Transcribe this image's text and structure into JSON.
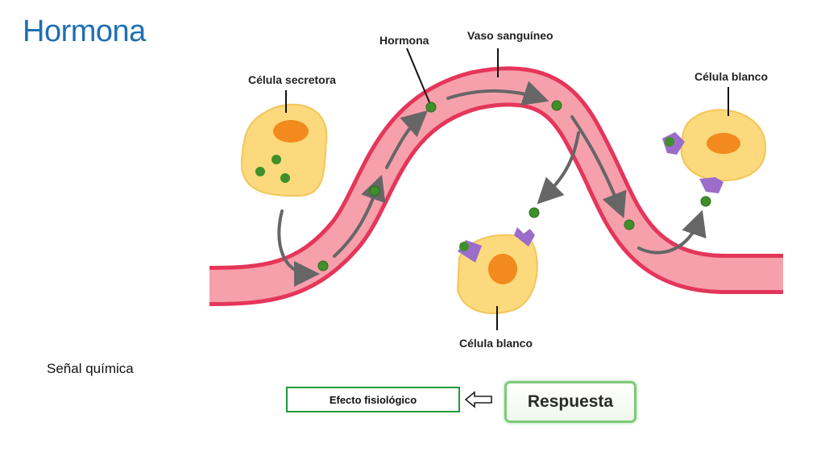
{
  "slide": {
    "title": "Hormona",
    "subtitle": "Señal química"
  },
  "diagram": {
    "labels": {
      "secretory_cell": "Célula secretora",
      "hormone": "Hormona",
      "blood_vessel": "Vaso sanguíneo",
      "target_cell_top": "Célula blanco",
      "target_cell_bottom": "Célula blanco"
    },
    "colors": {
      "vessel_outer": "#e5365a",
      "vessel_inner": "#f6a0ab",
      "cell_body": "#fbd97c",
      "nucleus": "#f28a1d",
      "hormone_dot": "#3f8f2a",
      "receptor": "#9b6cc9",
      "flow_arrow": "#666666"
    }
  },
  "flow": {
    "effect_label": "Efecto fisiológico",
    "response_label": "Respuesta"
  }
}
